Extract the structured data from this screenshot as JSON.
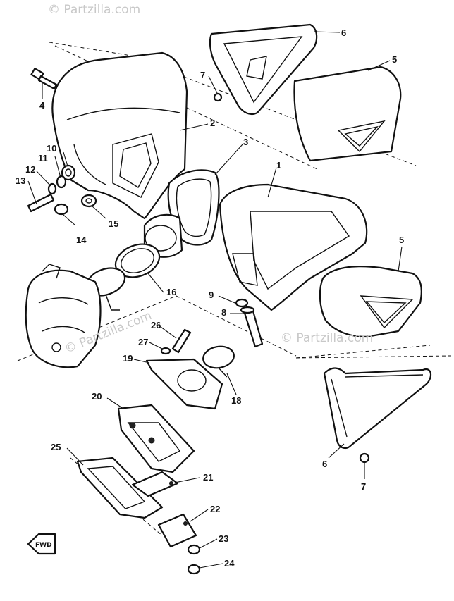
{
  "watermarks": [
    "© Partzilla.com",
    "© Partzilla.com",
    "© Partzilla.com"
  ],
  "fwd_label": "FWD",
  "callouts": {
    "c1": "1",
    "c2": "2",
    "c3": "3",
    "c4": "4",
    "c5a": "5",
    "c5b": "5",
    "c6a": "6",
    "c6b": "6",
    "c7a": "7",
    "c7b": "7",
    "c8": "8",
    "c9": "9",
    "c10": "10",
    "c11": "11",
    "c12": "12",
    "c13": "13",
    "c14": "14",
    "c15": "15",
    "c16": "16",
    "c18": "18",
    "c19": "19",
    "c20": "20",
    "c21": "21",
    "c22": "22",
    "c23": "23",
    "c24": "24",
    "c25": "25",
    "c26": "26",
    "c27": "27"
  }
}
